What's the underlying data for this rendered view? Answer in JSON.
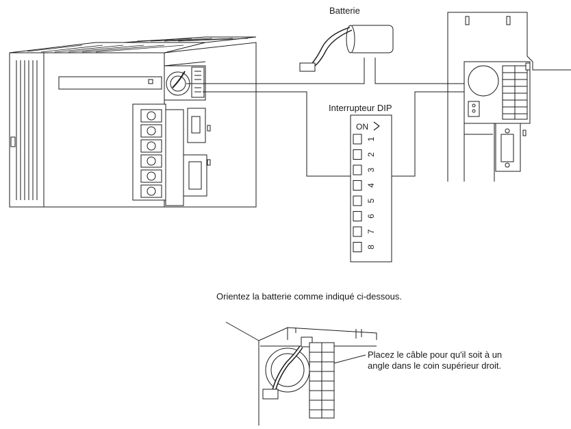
{
  "labels": {
    "battery": "Batterie",
    "dip_switch": "Interrupteur DIP",
    "dip_on": "ON",
    "orient_instruction": "Orientez la batterie comme indiqué ci-dessous.",
    "cable_instruction_line1": "Placez le câble pour qu'il soit à un",
    "cable_instruction_line2": "angle dans le coin supérieur droit."
  },
  "dip_switch_numbers": [
    "1",
    "2",
    "3",
    "4",
    "5",
    "6",
    "7",
    "8"
  ]
}
